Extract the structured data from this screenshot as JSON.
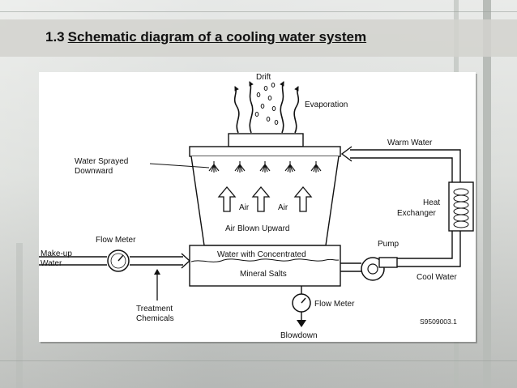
{
  "slide": {
    "section_number": "1.3",
    "title": "Schematic diagram of a cooling water system"
  },
  "diagram": {
    "labels": {
      "drift": "Drift",
      "evaporation": "Evaporation",
      "warm_water": "Warm Water",
      "water_sprayed_line1": "Water Sprayed",
      "water_sprayed_line2": "Downward",
      "air_left": "Air",
      "air_right": "Air",
      "air_blown_upward": "Air Blown Upward",
      "heat_exchanger_line1": "Heat",
      "heat_exchanger_line2": "Exchanger",
      "flow_meter_in": "Flow Meter",
      "makeup_line1": "Make-up",
      "makeup_line2": "Water",
      "basin_line1": "Water with Concentrated",
      "basin_line2": "Mineral Salts",
      "pump": "Pump",
      "cool_water": "Cool Water",
      "treatment_line1": "Treatment",
      "treatment_line2": "Chemicals",
      "flow_meter_out": "Flow Meter",
      "blowdown": "Blowdown",
      "figure_code": "S9509003.1"
    },
    "colors": {
      "stroke": "#111111",
      "background": "#ffffff"
    }
  }
}
